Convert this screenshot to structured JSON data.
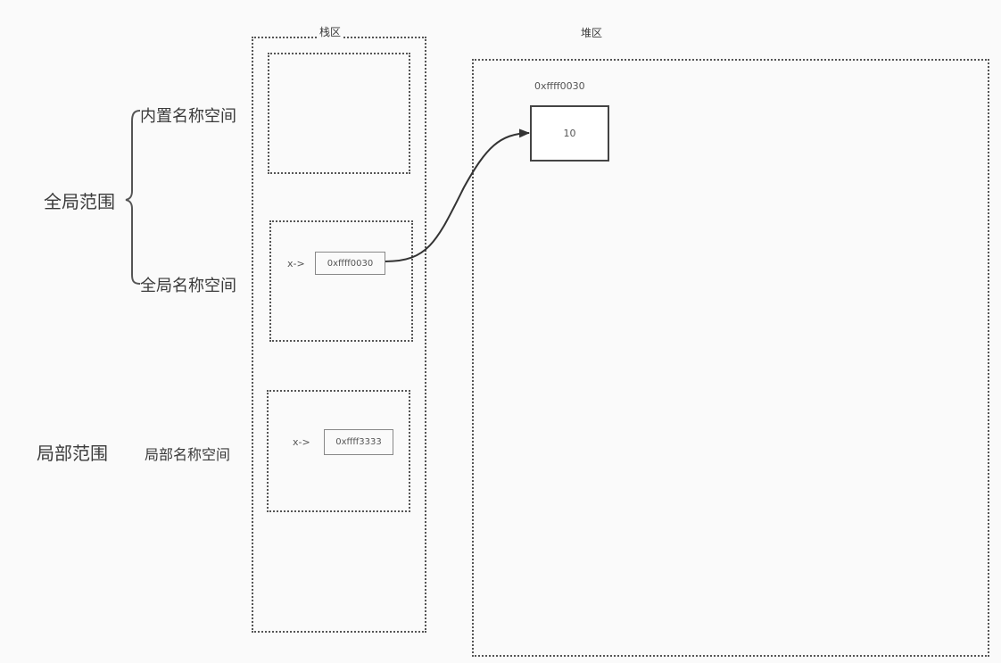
{
  "regions": {
    "stack_title": "栈区",
    "heap_title": "堆区"
  },
  "scopes": {
    "global_scope": "全局范围",
    "local_scope": "局部范围"
  },
  "namespaces": {
    "builtin": "内置名称空间",
    "global": "全局名称空间",
    "local": "局部名称空间"
  },
  "stack_frames": {
    "global": {
      "var_label": "x->",
      "address": "0xffff0030"
    },
    "local": {
      "var_label": "x->",
      "address": "0xffff3333"
    }
  },
  "heap_objects": [
    {
      "address": "0xffff0030",
      "value": "10"
    }
  ],
  "colors": {
    "background": "#fafafa",
    "line": "#444444",
    "text": "#3a3a3a"
  }
}
